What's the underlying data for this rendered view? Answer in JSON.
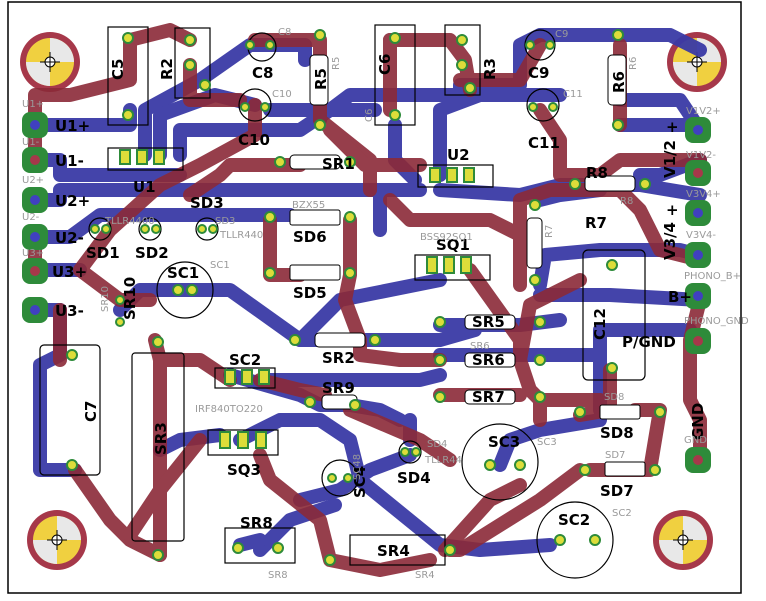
{
  "board": {
    "colors": {
      "bottom_copper": "#3a3aa6",
      "top_copper": "#8b2a38",
      "pad": "#dddd3a",
      "pad_ring": "#2e8b3a",
      "silk": "#9a9a9a",
      "outline": "#000000",
      "mount": "#f0d040"
    },
    "connectors": [
      {
        "id": "u1p",
        "label": "U1+",
        "small": "U1+"
      },
      {
        "id": "u1m",
        "label": "U1-",
        "small": "U1-"
      },
      {
        "id": "u2p",
        "label": "U2+",
        "small": "U2+"
      },
      {
        "id": "u2m",
        "label": "U2-",
        "small": "U2-"
      },
      {
        "id": "u3p",
        "label": "U3+",
        "small": "U3+"
      },
      {
        "id": "u3m",
        "label": "U3-",
        "small": ""
      },
      {
        "id": "v1p",
        "label": "",
        "small": "V1V2+"
      },
      {
        "id": "v1m",
        "label": "",
        "small": "V1V2-"
      },
      {
        "id": "v3p",
        "label": "",
        "small": "V3V4+"
      },
      {
        "id": "v3m",
        "label": "",
        "small": "V3V4-"
      },
      {
        "id": "phb",
        "label": "B+",
        "small": "PHONO_B+"
      },
      {
        "id": "phg",
        "label": "P/GND",
        "small": "PHONO_GND"
      },
      {
        "id": "gnd",
        "label": "GND",
        "small": "GND"
      }
    ],
    "group_labels": [
      "V1/2",
      "V3/4",
      "+",
      "+"
    ],
    "components": {
      "C5": "C5",
      "R2": "R2",
      "C8a": "C8",
      "C8": "C8",
      "C10a": "C10",
      "C10": "C10",
      "R5": "R5",
      "R5s": "R5",
      "C6": "C6",
      "R3": "R3",
      "C9a": "C9",
      "C9": "C9",
      "R6": "R6",
      "R6s": "R6",
      "C11a": "C11",
      "C11": "C11",
      "U1": "U1",
      "U2": "U2",
      "SR1": "SR1",
      "R8": "R8",
      "R8s": "R8",
      "R7": "R7",
      "R7s": "R7",
      "SD1": "SD1",
      "SD2": "SD2",
      "SD3": "SD3",
      "SD3s": "SD3",
      "TLL": "TLLR440",
      "TLLs": "TLLR4400",
      "SD6": "SD6",
      "BZX": "BZX55",
      "SD5": "SD5",
      "SQ1": "SQ1",
      "BSS": "BSS92SQ1",
      "SC1": "SC1",
      "SC1s": "SC1",
      "SR10": "SR10",
      "SR10s": "SR10",
      "C7": "C7",
      "SR5": "SR5",
      "SR2": "SR2",
      "SR6": "SR6",
      "SR6s": "SR6",
      "C12": "C12",
      "SC2lbl": "SC2",
      "IRF": "IRF840TO220",
      "SR9": "SR9",
      "SR7": "SR7",
      "SR3": "SR3",
      "SD8": "SD8",
      "SD8s": "SD8",
      "SC3": "SC3",
      "SC3s": "SC3",
      "SD4": "SD4",
      "SD4s": "SD4",
      "TLL4": "TLLR44",
      "SQ3": "SQ3",
      "SC4": "SC4",
      "SC4s": "SC48",
      "SD7": "SD7",
      "SD7s": "SD7",
      "SR8": "SR8",
      "SR8s": "SR8",
      "SR4": "SR4",
      "SR4s": "SR4",
      "SC2": "SC2",
      "SC2s": "SC2",
      "GNDs": "GND"
    }
  }
}
